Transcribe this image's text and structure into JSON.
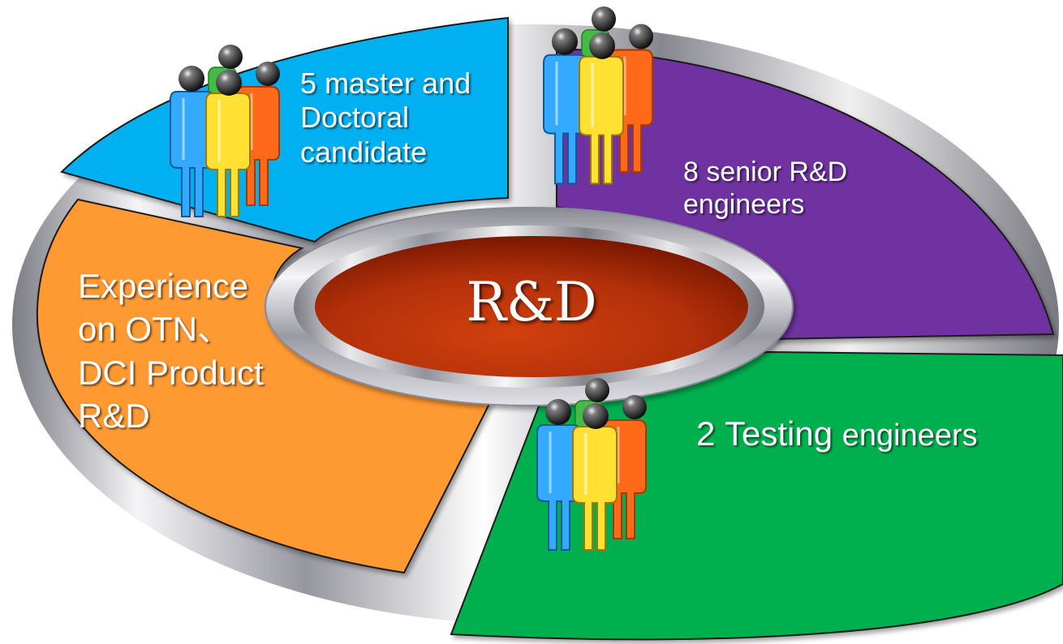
{
  "center": {
    "label": "R&D"
  },
  "segments": [
    {
      "id": "blue",
      "color": "#00b0f0",
      "lines": [
        "5 master and",
        "Doctoral",
        "candidate"
      ]
    },
    {
      "id": "purple",
      "color": "#7030a0",
      "lines": [
        "8 senior R&D",
        "engineers"
      ]
    },
    {
      "id": "orange",
      "color": "#ff9933",
      "lines": [
        "Experience",
        "on OTN、",
        "DCI Product",
        "R&D"
      ]
    },
    {
      "id": "green",
      "color": "#00b050",
      "number": "2",
      "word": "Testing",
      "tail": "engineers"
    }
  ],
  "colors": {
    "hub_dark": "#8b1a00",
    "hub_light": "#c83a0c",
    "ring_metal": "#d8d8dc",
    "figure_blue": "#33aaff",
    "figure_yellow": "#ffe033",
    "figure_orange": "#ff6a1a",
    "figure_green": "#44bb44"
  },
  "icons": [
    "people-group-icon",
    "people-group-icon",
    "people-group-icon"
  ]
}
